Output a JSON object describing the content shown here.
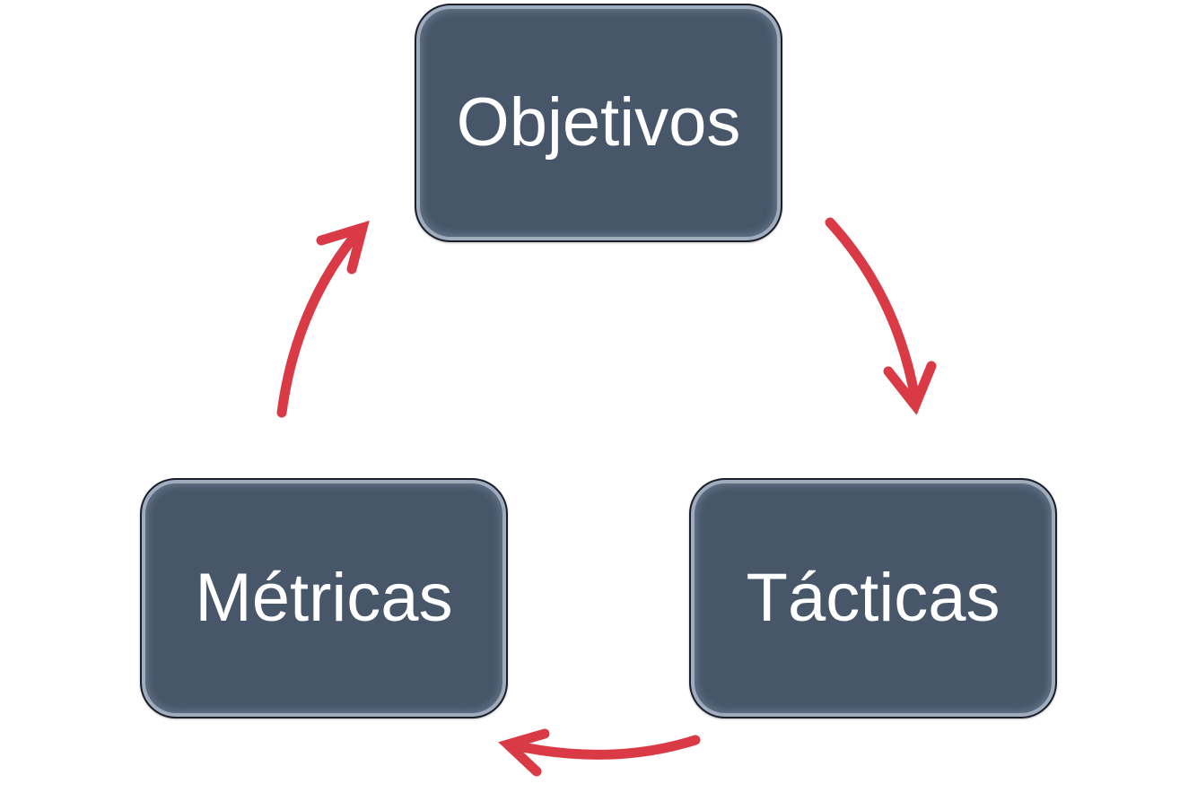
{
  "nodes": {
    "objetivos": {
      "label": "Objetivos"
    },
    "tacticas": {
      "label": "Tácticas"
    },
    "metricas": {
      "label": "Métricas"
    }
  },
  "colors": {
    "node_fill": "#475669",
    "node_border": "#1a1f2a",
    "arrow": "#d93a45",
    "label": "#ffffff"
  },
  "edges": [
    {
      "from": "objetivos",
      "to": "tacticas"
    },
    {
      "from": "tacticas",
      "to": "metricas"
    },
    {
      "from": "metricas",
      "to": "objetivos"
    }
  ]
}
